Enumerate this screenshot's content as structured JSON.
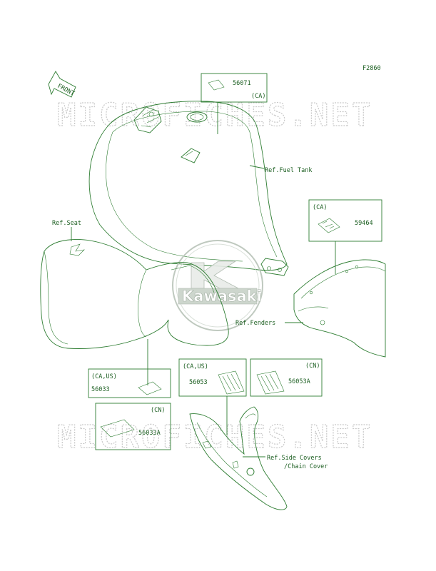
{
  "diagram": {
    "figure_code": "F2860",
    "front_label": "FRONT",
    "watermark": "MICROFICHES.NET",
    "logo_text": "Kawasaki",
    "labels": {
      "p56071": "56071",
      "p56071_region": "(CA)",
      "ref_fuel_tank": "Ref.Fuel Tank",
      "ref_seat": "Ref.Seat",
      "p59464_region": "(CA)",
      "p59464": "59464",
      "ref_fenders": "Ref.Fenders",
      "p56033_region": "(CA,US)",
      "p56033": "56033",
      "p56033a_region": "(CN)",
      "p56033a": "56033A",
      "p56053_region": "(CA,US)",
      "p56053": "56053",
      "p56053a_region": "(CN)",
      "p56053a": "56053A",
      "ref_side_covers_1": "Ref.Side Covers",
      "ref_side_covers_2": "/Chain Cover"
    }
  }
}
